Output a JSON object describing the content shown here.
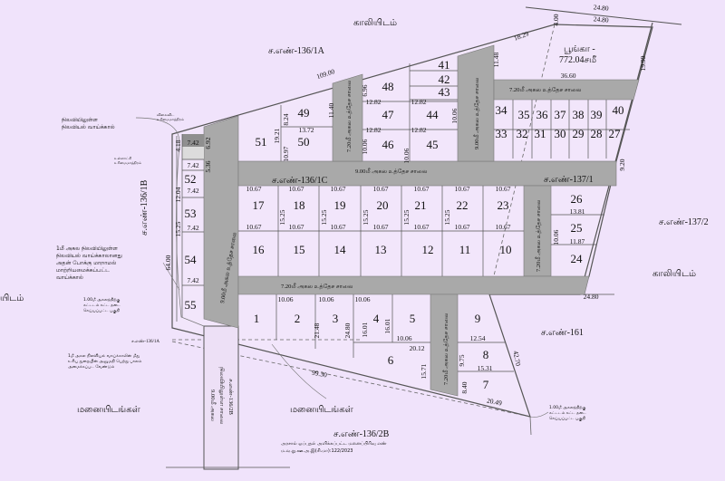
{
  "colors": {
    "background": "#f0e3fb",
    "road": "#a9a9a9",
    "line": "#555555",
    "road_extension": "#ede0f6"
  },
  "areas": {
    "vacant_top": "காலியிடம்",
    "vacant_left": "யிடம்",
    "vacant_right": "காலியிடம்",
    "survey_136_1a": "ச.எண்-136/1A",
    "survey_136_1c": "ச.எண்-136/1C",
    "survey_137_1": "ச.எண்-137/1",
    "survey_137_2": "ச.எண்-137/2",
    "survey_161": "ச.எண்-161",
    "survey_136_2b": "ச.எண்-136/2B",
    "survey_136_1b": "ச.எண்-136/1B",
    "survey_136_1a_small": "ச.எண்-136/1A",
    "plots_left": "மனையிடங்கள்",
    "plots_mid": "மனையிடங்கள்",
    "park_title": "பூங்கா -",
    "park_area": "772.04சமீ"
  },
  "roads": {
    "main_9m": "9.00மீ அகல உத்தேச சாலை",
    "top_right_7m": "7.20மீ அகல உத்தேச சாலை",
    "lower_7m": "7.20மீ அகல உத்தேச சாலை",
    "left_vertical_9m": "9.00மீ அகல உத்தேச சாலை",
    "mid_vertical_9m": "9.00மீ அகல உத்தேச சாலை",
    "top_vertical_7m": "7.20மீ அகல உத்தேச சாலை",
    "right_vertical_7m": "7.20மீ அகல உத்தேச சாலை",
    "bottom_vertical_7m": "7.20மீ அகல உத்தேச சாலை",
    "existing_road_line1": "9.00மீ அகல",
    "existing_road_line2": "நிலவியிலுள்ள சாலை",
    "existing_road_line3": "ச.எண்-136/2B"
  },
  "notes": {
    "channel_label_line1": "நிலவியிலுள்ள",
    "channel_label_line2": "நிலவியல் வாய்க்கால்",
    "small_note_top_1": "விலைவிட",
    "small_note_top_2": "உரிமைமாத்திரம்",
    "small_note_mid_1": "உள்ளாட்சி",
    "small_note_mid_2": "உரிமைமாத்திரம்",
    "channel_1m_1": "1மீ அகல நிலவியிலுள்ள",
    "channel_1m_2": "நிலவியல் வாய்க்காலானது",
    "channel_1m_3": "அதன் போக்கு மாறாமல்",
    "channel_1m_4": "மாற்றியமைக்கப்பட்ட",
    "channel_1m_5": "வாய்க்கால்",
    "setback_left_1": "1.00மீ அகலத்திற்கு",
    "setback_left_2": "கட்டடம் கட்ட தடை",
    "setback_left_3": "செய்யப்பட்ட பகுதி",
    "bridge_1": "1மீ அகல நிலவியல் வாய்க்காலின் மீது",
    "bridge_2": "உரிய துறையின் அனுமதி பெற்று பாலம்",
    "bridge_3": "அமைக்கப்பட வேண்டும்",
    "setback_right_1": "1.00மீ அகலத்திற்கு",
    "setback_right_2": "கட்டடம் கட்ட தடை",
    "setback_right_3": "செய்யப்பட்ட பகுதி",
    "approval_1": "அரசால் ஒப்புதல் அளிக்கப்பட்ட மனைப்பிரிவு எண்",
    "approval_2": "ம.வ.நு.ஊ.அ.இ(சி.மா):122/2023"
  },
  "plots": [
    "51",
    "49",
    "50",
    "48",
    "41",
    "42",
    "43",
    "47",
    "44",
    "46",
    "45",
    "34",
    "35",
    "36",
    "37",
    "38",
    "39",
    "40",
    "33",
    "32",
    "31",
    "30",
    "29",
    "28",
    "27",
    "17",
    "18",
    "19",
    "20",
    "21",
    "22",
    "23",
    "16",
    "15",
    "14",
    "13",
    "12",
    "11",
    "10",
    "26",
    "25",
    "24",
    "52",
    "53",
    "54",
    "55",
    "1",
    "2",
    "3",
    "4",
    "5",
    "9",
    "8",
    "7",
    "6"
  ],
  "dimensions": [
    "24.80",
    "24.80",
    "4.00",
    "18.29",
    "19.99",
    "36.60",
    "11.48",
    "109.00",
    "13.72",
    "8.24",
    "19.21",
    "10.97",
    "11.40",
    "6.96",
    "12.82",
    "12.82",
    "12.82",
    "12.82",
    "10.06",
    "10.06",
    "10.06",
    "10.67",
    "10.67",
    "10.67",
    "10.67",
    "10.67",
    "10.67",
    "10.67",
    "10.67",
    "10.67",
    "10.67",
    "10.67",
    "10.67",
    "10.67",
    "10.67",
    "15.25",
    "15.25",
    "15.25",
    "15.25",
    "15.25",
    "13.81",
    "11.87",
    "10.06",
    "9.20",
    "24.80",
    "10.06",
    "10.06",
    "10.06",
    "10.06",
    "20.12",
    "12.54",
    "15.31",
    "9.75",
    "8.40",
    "20.49",
    "15.71",
    "16.01",
    "21.48",
    "24.80",
    "16.01",
    "99.30",
    "42.70",
    "7.42",
    "7.42",
    "7.42",
    "7.42",
    "7.42",
    "12.04",
    "15.25",
    "64.00",
    "4.18",
    "6.92",
    "5.36"
  ]
}
